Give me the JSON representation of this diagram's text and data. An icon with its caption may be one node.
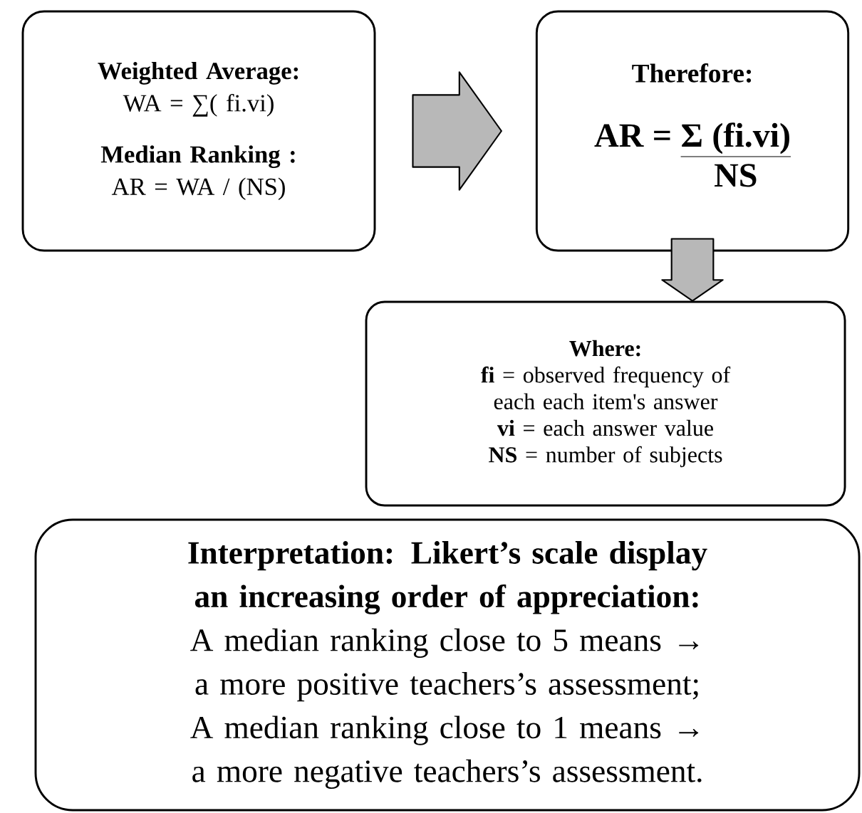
{
  "diagram": {
    "nodes": [
      {
        "text": [
          "Weighted Average:",
          "WA = ∑( fi.vi)",
          "Median Ranking :",
          "AR = WA / (NS)"
        ]
      },
      {
        "text": [
          "Therefore:",
          "AR =",
          "Σ (fi.vi)",
          "NS"
        ]
      },
      {
        "text": [
          "Where:",
          "**fi** = observed frequency of each each item's answer",
          "**vi** = each answer value",
          "**NS** = number of subjects"
        ]
      },
      {
        "text": [
          "Interpretation: Likert’s scale display an increasing order of appreciation:",
          "A median ranking close to 5 means → a more positive teachers’s assessment;",
          "A median ranking close to 1 means → a more negative teachers’s assessment."
        ]
      }
    ],
    "edges": [
      {
        "from": 0,
        "to": 1,
        "arrow": "to"
      },
      {
        "from": 1,
        "to": 2,
        "arrow": "to"
      }
    ]
  }
}
